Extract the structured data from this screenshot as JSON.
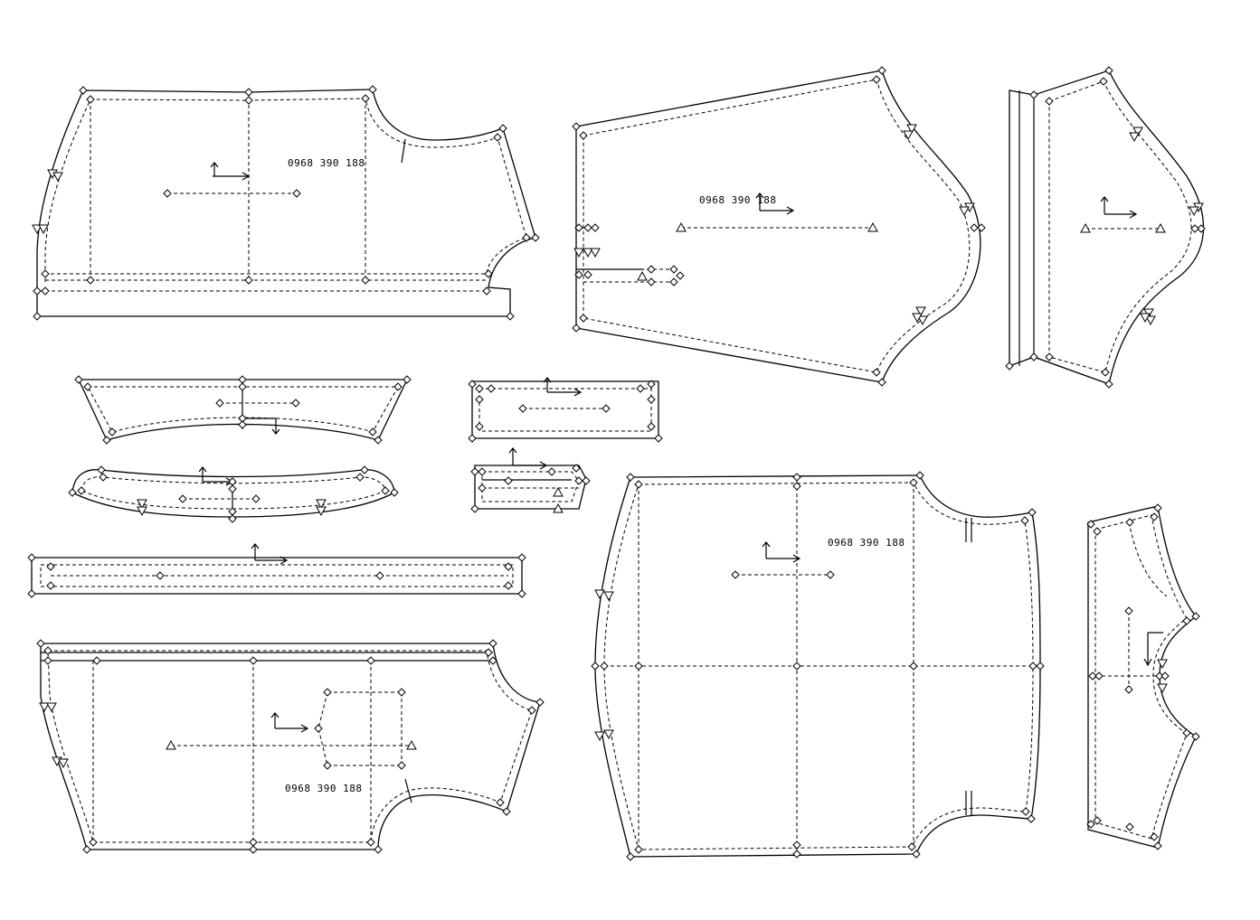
{
  "pieces": [
    {
      "id": "front-bodice-top",
      "label": "0968 390 188"
    },
    {
      "id": "sleeve-large",
      "label": "0968 390 188"
    },
    {
      "id": "sleeve-narrow",
      "label": ""
    },
    {
      "id": "collar-stand",
      "label": ""
    },
    {
      "id": "cuff-small",
      "label": ""
    },
    {
      "id": "collar",
      "label": ""
    },
    {
      "id": "tab-small",
      "label": ""
    },
    {
      "id": "waistband",
      "label": ""
    },
    {
      "id": "front-bodice-bottom",
      "label": "0968 390 188"
    },
    {
      "id": "back-bodice",
      "label": "0968 390 188"
    },
    {
      "id": "side-panel",
      "label": ""
    }
  ]
}
